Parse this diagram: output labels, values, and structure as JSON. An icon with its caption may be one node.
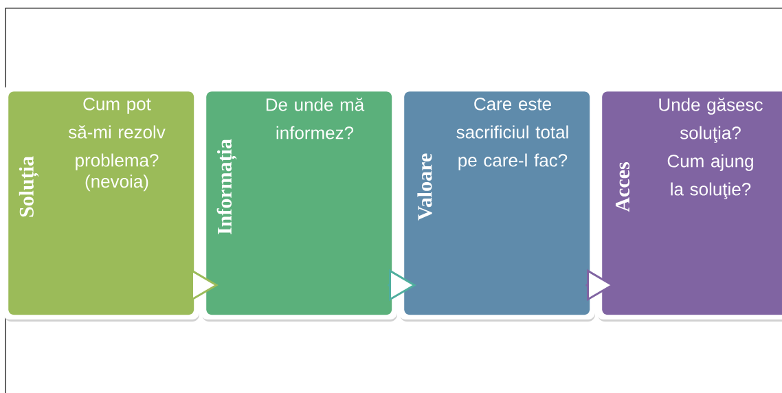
{
  "diagram": {
    "nodes": [
      {
        "text": [
          "Soluția",
          "Cum pot să-mi rezolv problema?",
          "(nevoia)"
        ]
      },
      {
        "text": [
          "Informația",
          "De unde mă informez?"
        ]
      },
      {
        "text": [
          "Valoare",
          "Care este sacrificiul total pe care-l fac?"
        ]
      },
      {
        "text": [
          "Acces",
          "Unde găsesc soluţia? Cum ajung la soluţie?"
        ]
      }
    ],
    "edges": [
      {
        "from": 0,
        "to": 1,
        "arrow": "to",
        "color": "#9bbb59"
      },
      {
        "from": 1,
        "to": 2,
        "arrow": "to",
        "color": "#4fae9e"
      },
      {
        "from": 2,
        "to": 3,
        "arrow": "to",
        "color": "#8064a2"
      }
    ]
  }
}
